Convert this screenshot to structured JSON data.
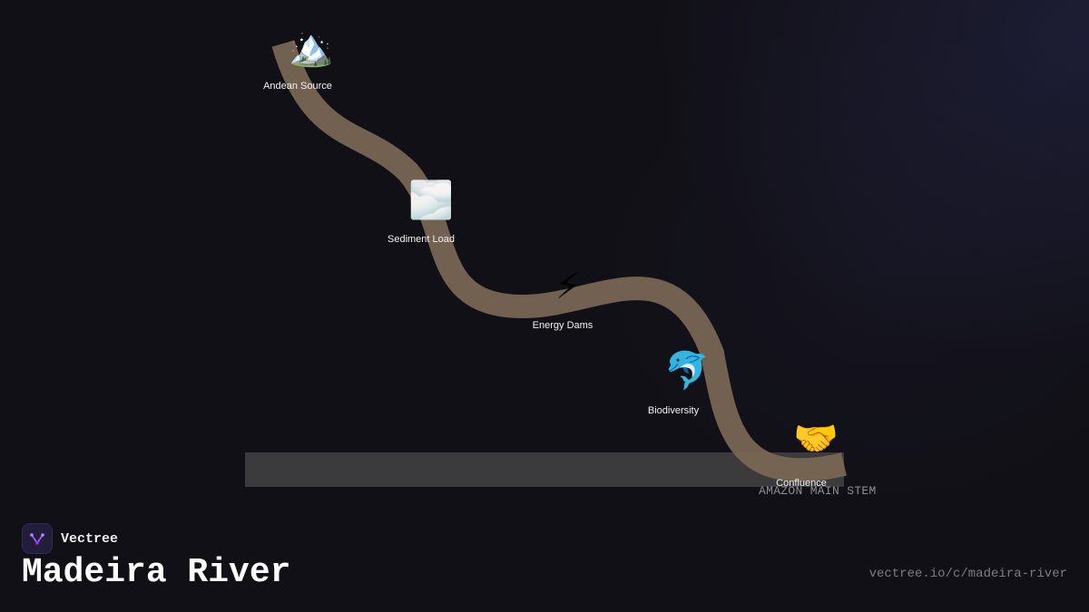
{
  "diagram": {
    "nodes": [
      {
        "id": "andean-source",
        "icon": "mountain-icon",
        "glyph": "🏔️",
        "label": "Andean Source"
      },
      {
        "id": "sediment-load",
        "icon": "fog-icon",
        "glyph": "🌫️",
        "label": "Sediment Load"
      },
      {
        "id": "energy-dams",
        "icon": "lightning-icon",
        "glyph": "⚡",
        "label": "Energy Dams"
      },
      {
        "id": "biodiversity",
        "icon": "dolphin-icon",
        "glyph": "🐬",
        "label": "Biodiversity"
      },
      {
        "id": "confluence",
        "icon": "handshake-icon",
        "glyph": "🤝",
        "label": "Confluence"
      }
    ],
    "stem_label": "AMAZON MAIN STEM",
    "colors": {
      "river": "#786653",
      "main_stem": "#3b3b3d",
      "background": "#111016"
    }
  },
  "branding": {
    "logo": "vectree-logo-icon",
    "name": "Vectree",
    "title": "Madeira River",
    "url": "vectree.io/c/madeira-river",
    "accent": "#a855f7"
  }
}
